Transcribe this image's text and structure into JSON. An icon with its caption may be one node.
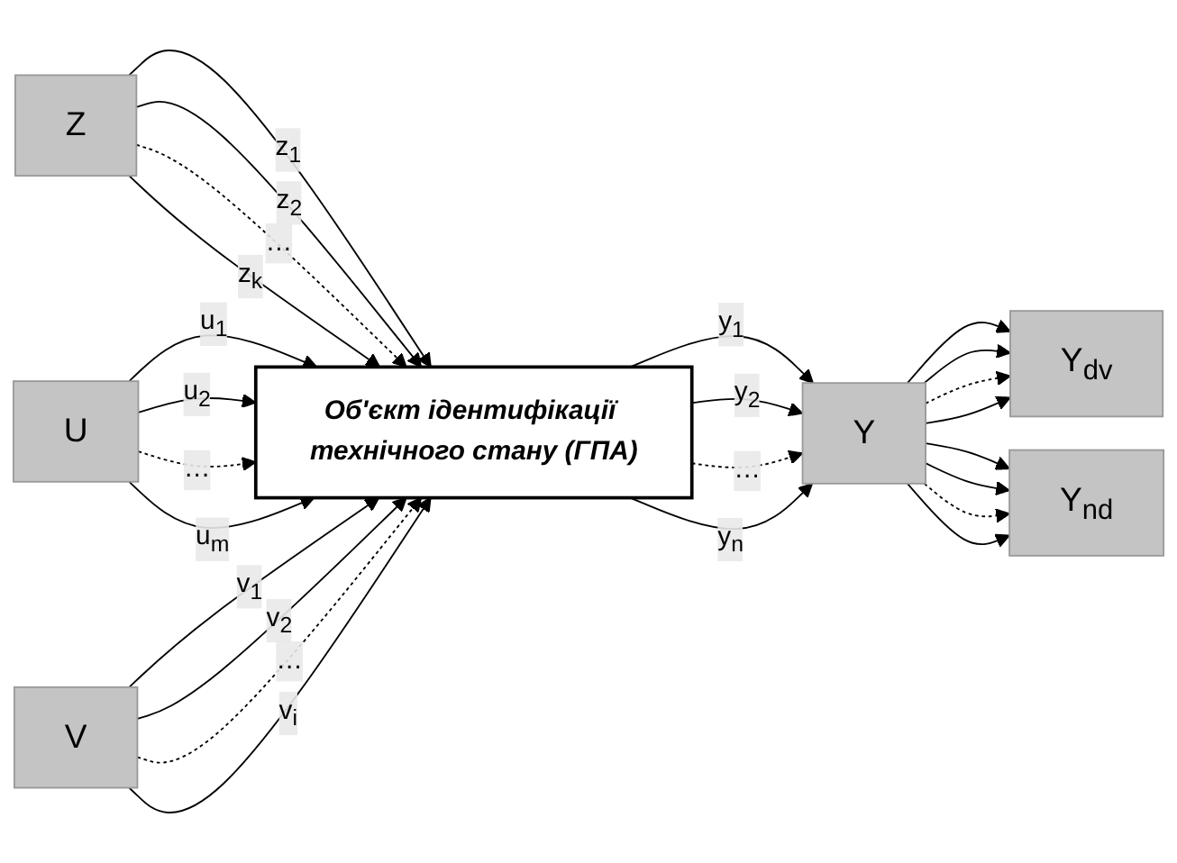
{
  "diagram": {
    "nodes": [
      {
        "text": [
          "Z"
        ]
      },
      {
        "text": [
          "U"
        ]
      },
      {
        "text": [
          "Об'єкт ідентифікації технічного стану (ГПА)"
        ]
      },
      {
        "text": [
          "Y"
        ]
      },
      {
        "text": [
          "Y$_{dv}$"
        ]
      },
      {
        "text": [
          "Y$_{nd}$"
        ]
      },
      {
        "text": [
          "V"
        ]
      }
    ],
    "edges": [
      {
        "from": 0,
        "to": 2,
        "arrow": "to",
        "label": "z$_{1}$"
      },
      {
        "from": 0,
        "to": 2,
        "arrow": "to",
        "label": "z$_{2}$"
      },
      {
        "from": 0,
        "to": 2,
        "arrow": "to",
        "label": "…",
        "style": "dashed"
      },
      {
        "from": 0,
        "to": 2,
        "arrow": "to",
        "label": "z$_{k}$"
      },
      {
        "from": 1,
        "to": 2,
        "arrow": "to",
        "label": "u$_{1}$"
      },
      {
        "from": 1,
        "to": 2,
        "arrow": "to",
        "label": "u$_{2}$"
      },
      {
        "from": 1,
        "to": 2,
        "arrow": "to",
        "label": "…",
        "style": "dashed"
      },
      {
        "from": 1,
        "to": 2,
        "arrow": "to",
        "label": "u$_{m}$"
      },
      {
        "from": 2,
        "to": 3,
        "arrow": "to",
        "label": "y$_{1}$"
      },
      {
        "from": 2,
        "to": 3,
        "arrow": "to",
        "label": "y$_{2}$"
      },
      {
        "from": 2,
        "to": 3,
        "arrow": "to",
        "label": "…",
        "style": "dashed"
      },
      {
        "from": 2,
        "to": 3,
        "arrow": "to",
        "label": "y$_{n}$"
      },
      {
        "from": 3,
        "to": 4,
        "arrow": "to"
      },
      {
        "from": 3,
        "to": 4,
        "arrow": "to"
      },
      {
        "from": 3,
        "to": 4,
        "arrow": "to",
        "style": "dashed"
      },
      {
        "from": 3,
        "to": 4,
        "arrow": "to"
      },
      {
        "from": 3,
        "to": 5,
        "arrow": "to"
      },
      {
        "from": 3,
        "to": 5,
        "arrow": "to"
      },
      {
        "from": 3,
        "to": 5,
        "arrow": "to",
        "style": "dashed"
      },
      {
        "from": 3,
        "to": 5,
        "arrow": "to"
      },
      {
        "from": 6,
        "to": 2,
        "arrow": "to",
        "label": "v$_{1}$"
      },
      {
        "from": 6,
        "to": 2,
        "arrow": "to",
        "label": "v$_{2}$"
      },
      {
        "from": 6,
        "to": 2,
        "arrow": "to",
        "label": "…",
        "style": "dashed"
      },
      {
        "from": 6,
        "to": 2,
        "arrow": "to",
        "label": "v$_{i}$"
      }
    ]
  }
}
